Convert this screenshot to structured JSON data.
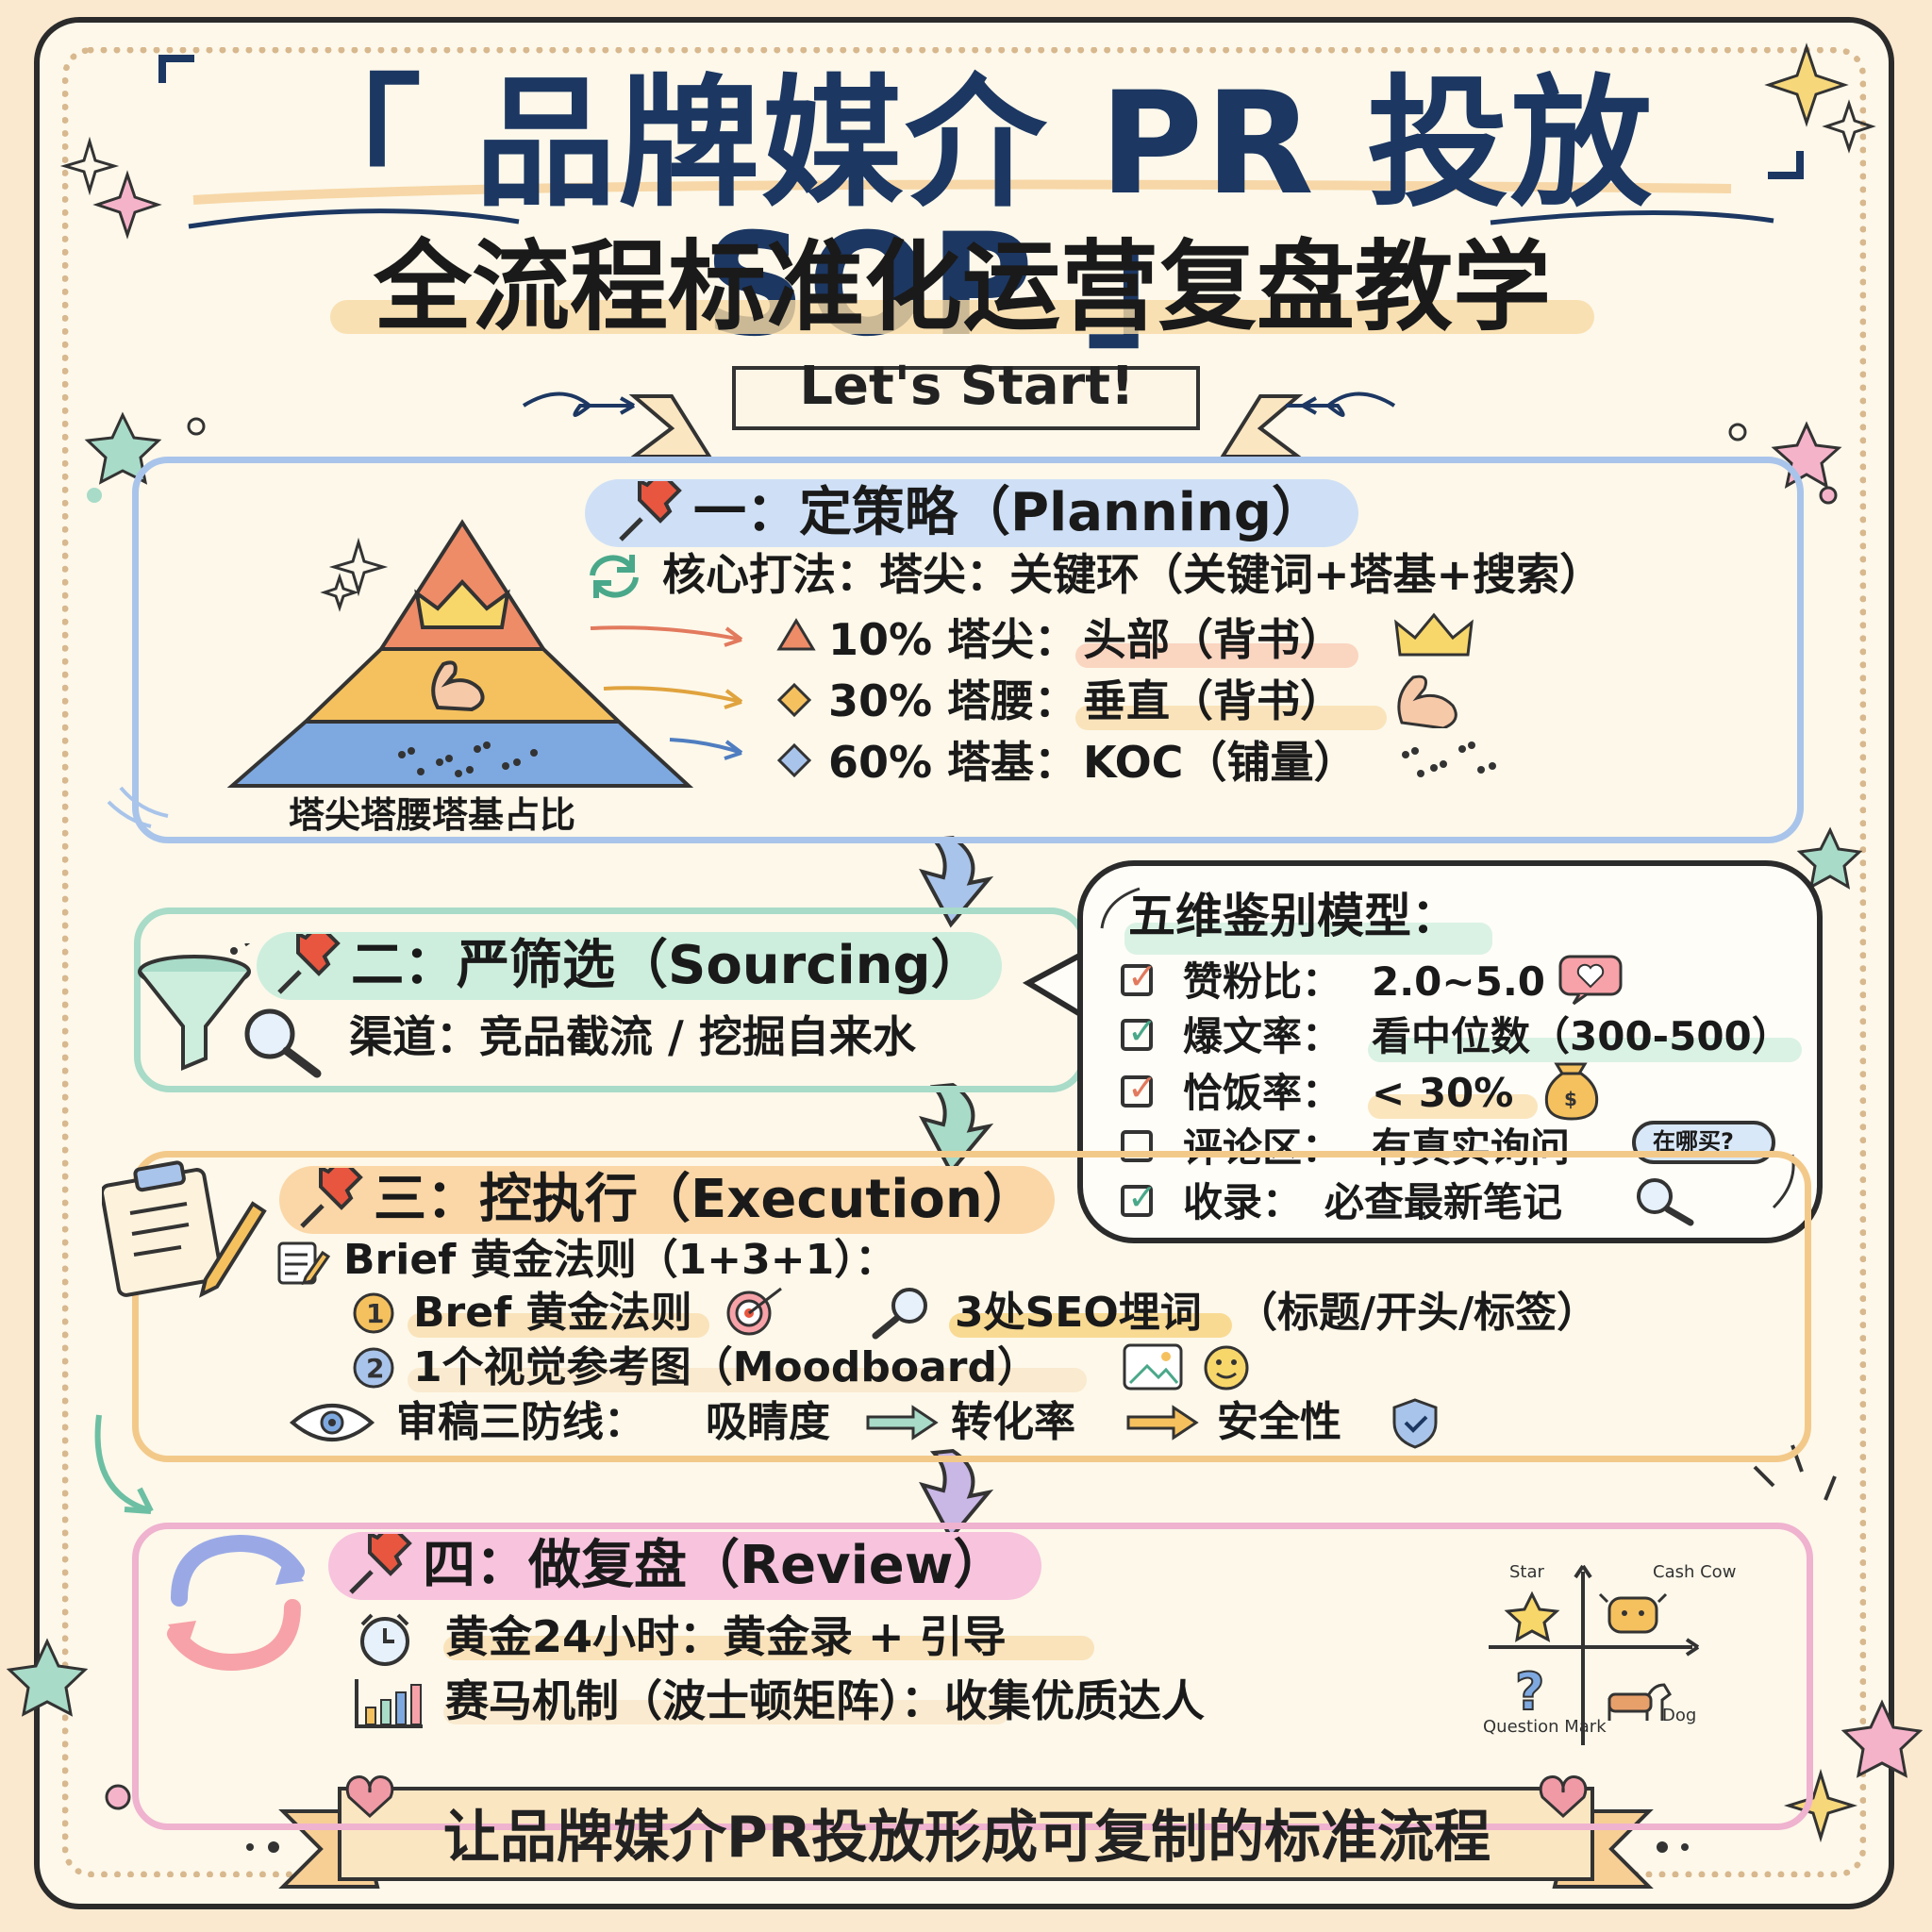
{
  "header": {
    "title": "「 品牌媒介 PR 投放 SOP 」",
    "subtitle": "全流程标准化运营复盘教学",
    "start_banner": "Let's Start!"
  },
  "section1": {
    "heading": "一：定策略（Planning）",
    "core": "核心打法：塔尖：关键环（关键词+塔基+搜索）",
    "tiers": [
      {
        "label": "10% 塔尖：",
        "detail": "头部（背书）",
        "percent": 10
      },
      {
        "label": "30% 塔腰：",
        "detail": "垂直（背书）",
        "percent": 30
      },
      {
        "label": "60% 塔基：",
        "detail": "KOC（铺量）",
        "percent": 60
      }
    ],
    "pyramid_caption": "塔尖塔腰塔基占比"
  },
  "section2": {
    "heading": "二：严筛选（Sourcing）",
    "channel": "渠道：竞品截流 / 挖掘自来水"
  },
  "model": {
    "title": "五维鉴别模型：",
    "items": [
      {
        "label": "赞粉比：",
        "value": "2.0~5.0"
      },
      {
        "label": "爆文率：",
        "value": "看中位数（300-500）"
      },
      {
        "label": "恰饭率：",
        "value": "< 30%"
      },
      {
        "label": "评论区：",
        "value": "有真实询问"
      },
      {
        "label": "收录：",
        "value": "必查最新笔记"
      }
    ],
    "bubble_text": "在哪买?"
  },
  "section3": {
    "heading": "三：控执行（Execution）",
    "brief": "Brief 黄金法则（1+3+1）：",
    "item1": "Bref 黄金法则",
    "seo_hl": "3处SEO埋词",
    "seo_rest": "（标题/开头/标签）",
    "item2": "1个视觉参考图（Moodboard）",
    "review_label": "审稿三防线：",
    "review_steps": [
      "吸睛度",
      "转化率",
      "安全性"
    ]
  },
  "section4": {
    "heading": "四：做复盘（Review）",
    "line1": "黄金24小时：黄金录 + 引导",
    "line2": "赛马机制（波士顿矩阵）：收集优质达人",
    "matrix": {
      "star": "Star",
      "cow": "Cash Cow",
      "question": "Question Mark",
      "dog": "Dog"
    }
  },
  "footer": {
    "banner": "让品牌媒介PR投放形成可复制的标准流程"
  },
  "colors": {
    "title": "#1c3762",
    "tier_top": "#ee8c68",
    "tier_mid": "#f5c15e",
    "tier_base": "#7ea9e0",
    "box1": "#a9c4ea",
    "box2": "#a8dbc8",
    "box3": "#f3c98a",
    "box4": "#efb2cf"
  }
}
